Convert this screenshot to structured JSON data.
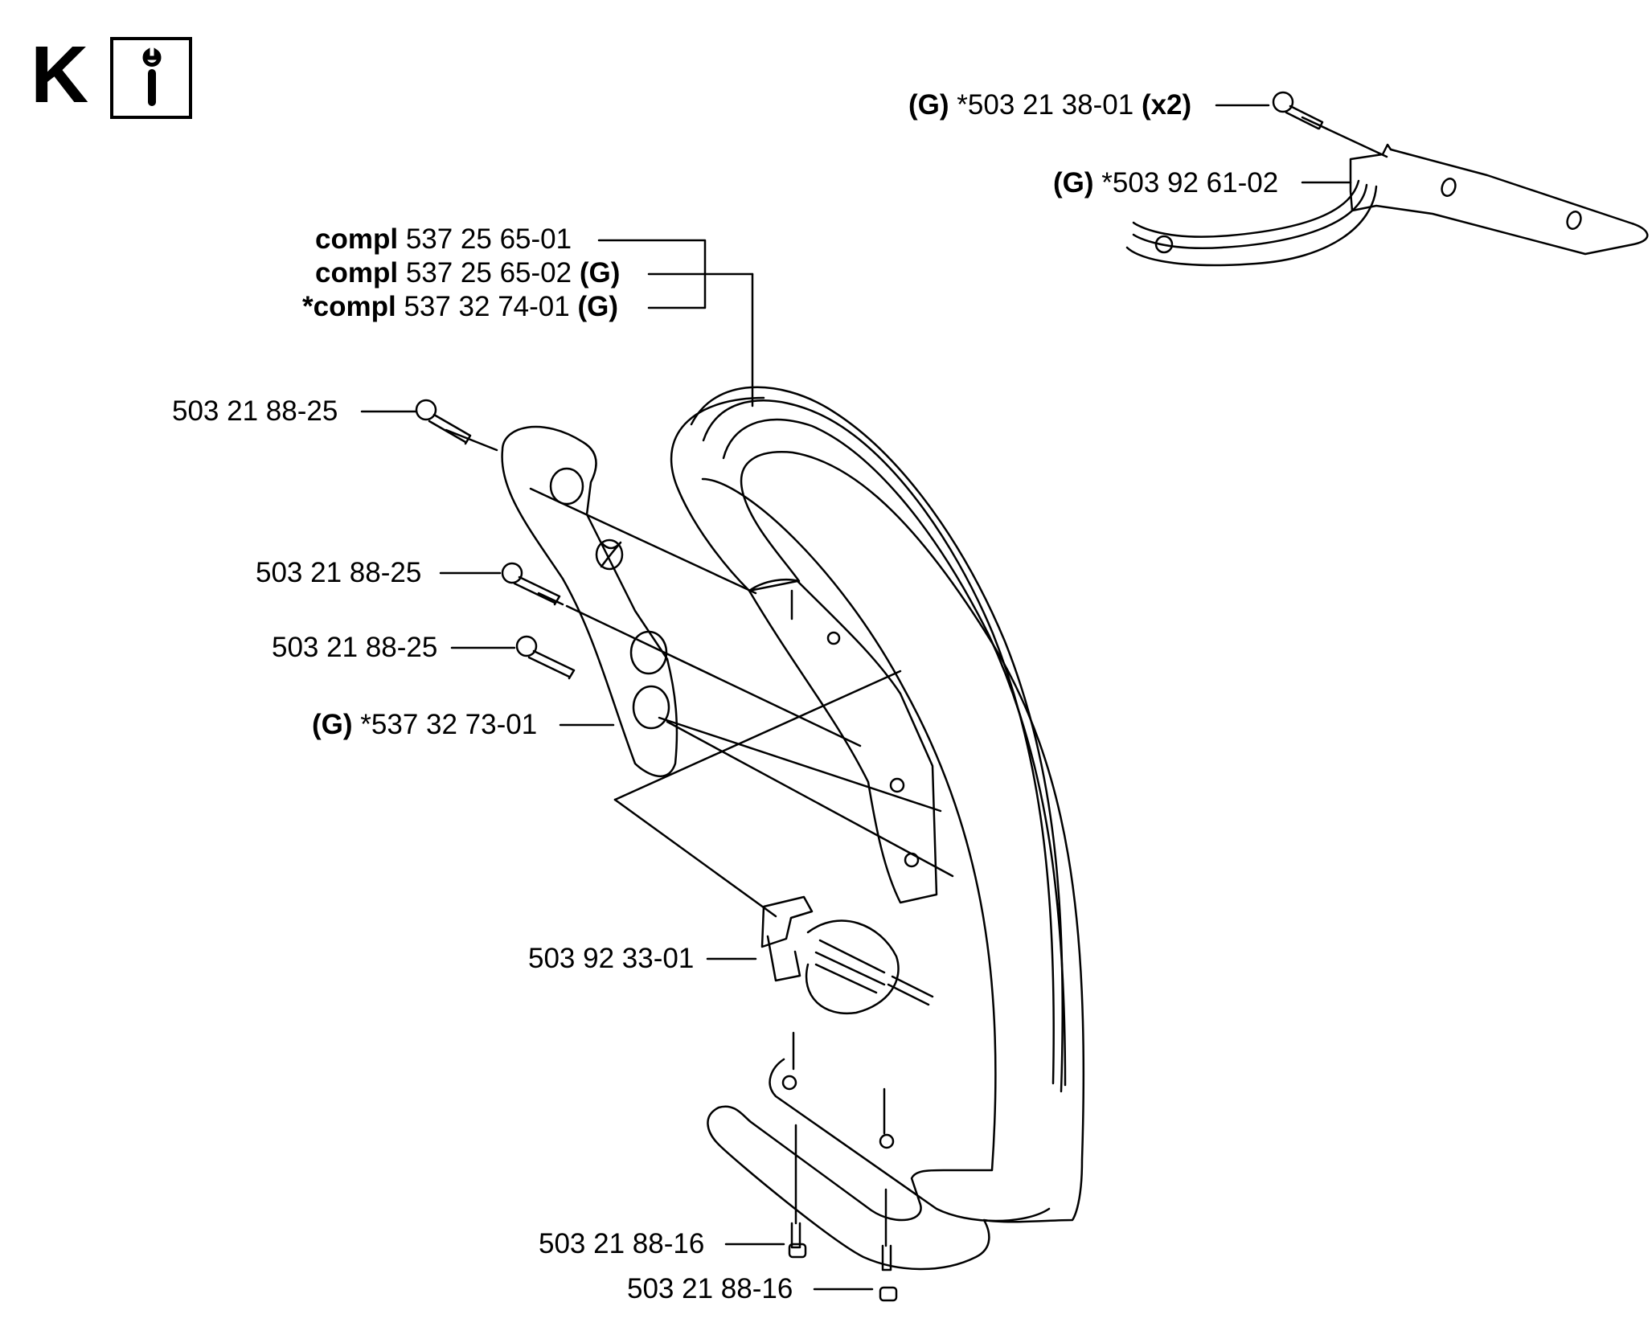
{
  "section": {
    "letter": "K",
    "icon": "info-icon"
  },
  "labels": {
    "lever_screws": {
      "paren": "(G)",
      "code": "*503 21 38-01",
      "qty": "(x2)"
    },
    "lever": {
      "paren": "(G)",
      "code": "*503 92 61-02"
    },
    "compl_1": {
      "prefix": "compl",
      "code": "537 25 65-01",
      "suffix": ""
    },
    "compl_2": {
      "prefix": "compl",
      "code": "537 25 65-02",
      "suffix": "(G)"
    },
    "compl_3": {
      "prefix": "*compl",
      "code": "537 32 74-01",
      "suffix": "(G)"
    },
    "screw_top": "503 21 88-25",
    "screw_mid1": "503 21 88-25",
    "screw_mid2": "503 21 88-25",
    "bracket": {
      "paren": "(G)",
      "code": "*537 32 73-01"
    },
    "damper": "503 92 33-01",
    "screw_bot1": "503 21 88-16",
    "screw_bot2": "503 21 88-16"
  }
}
